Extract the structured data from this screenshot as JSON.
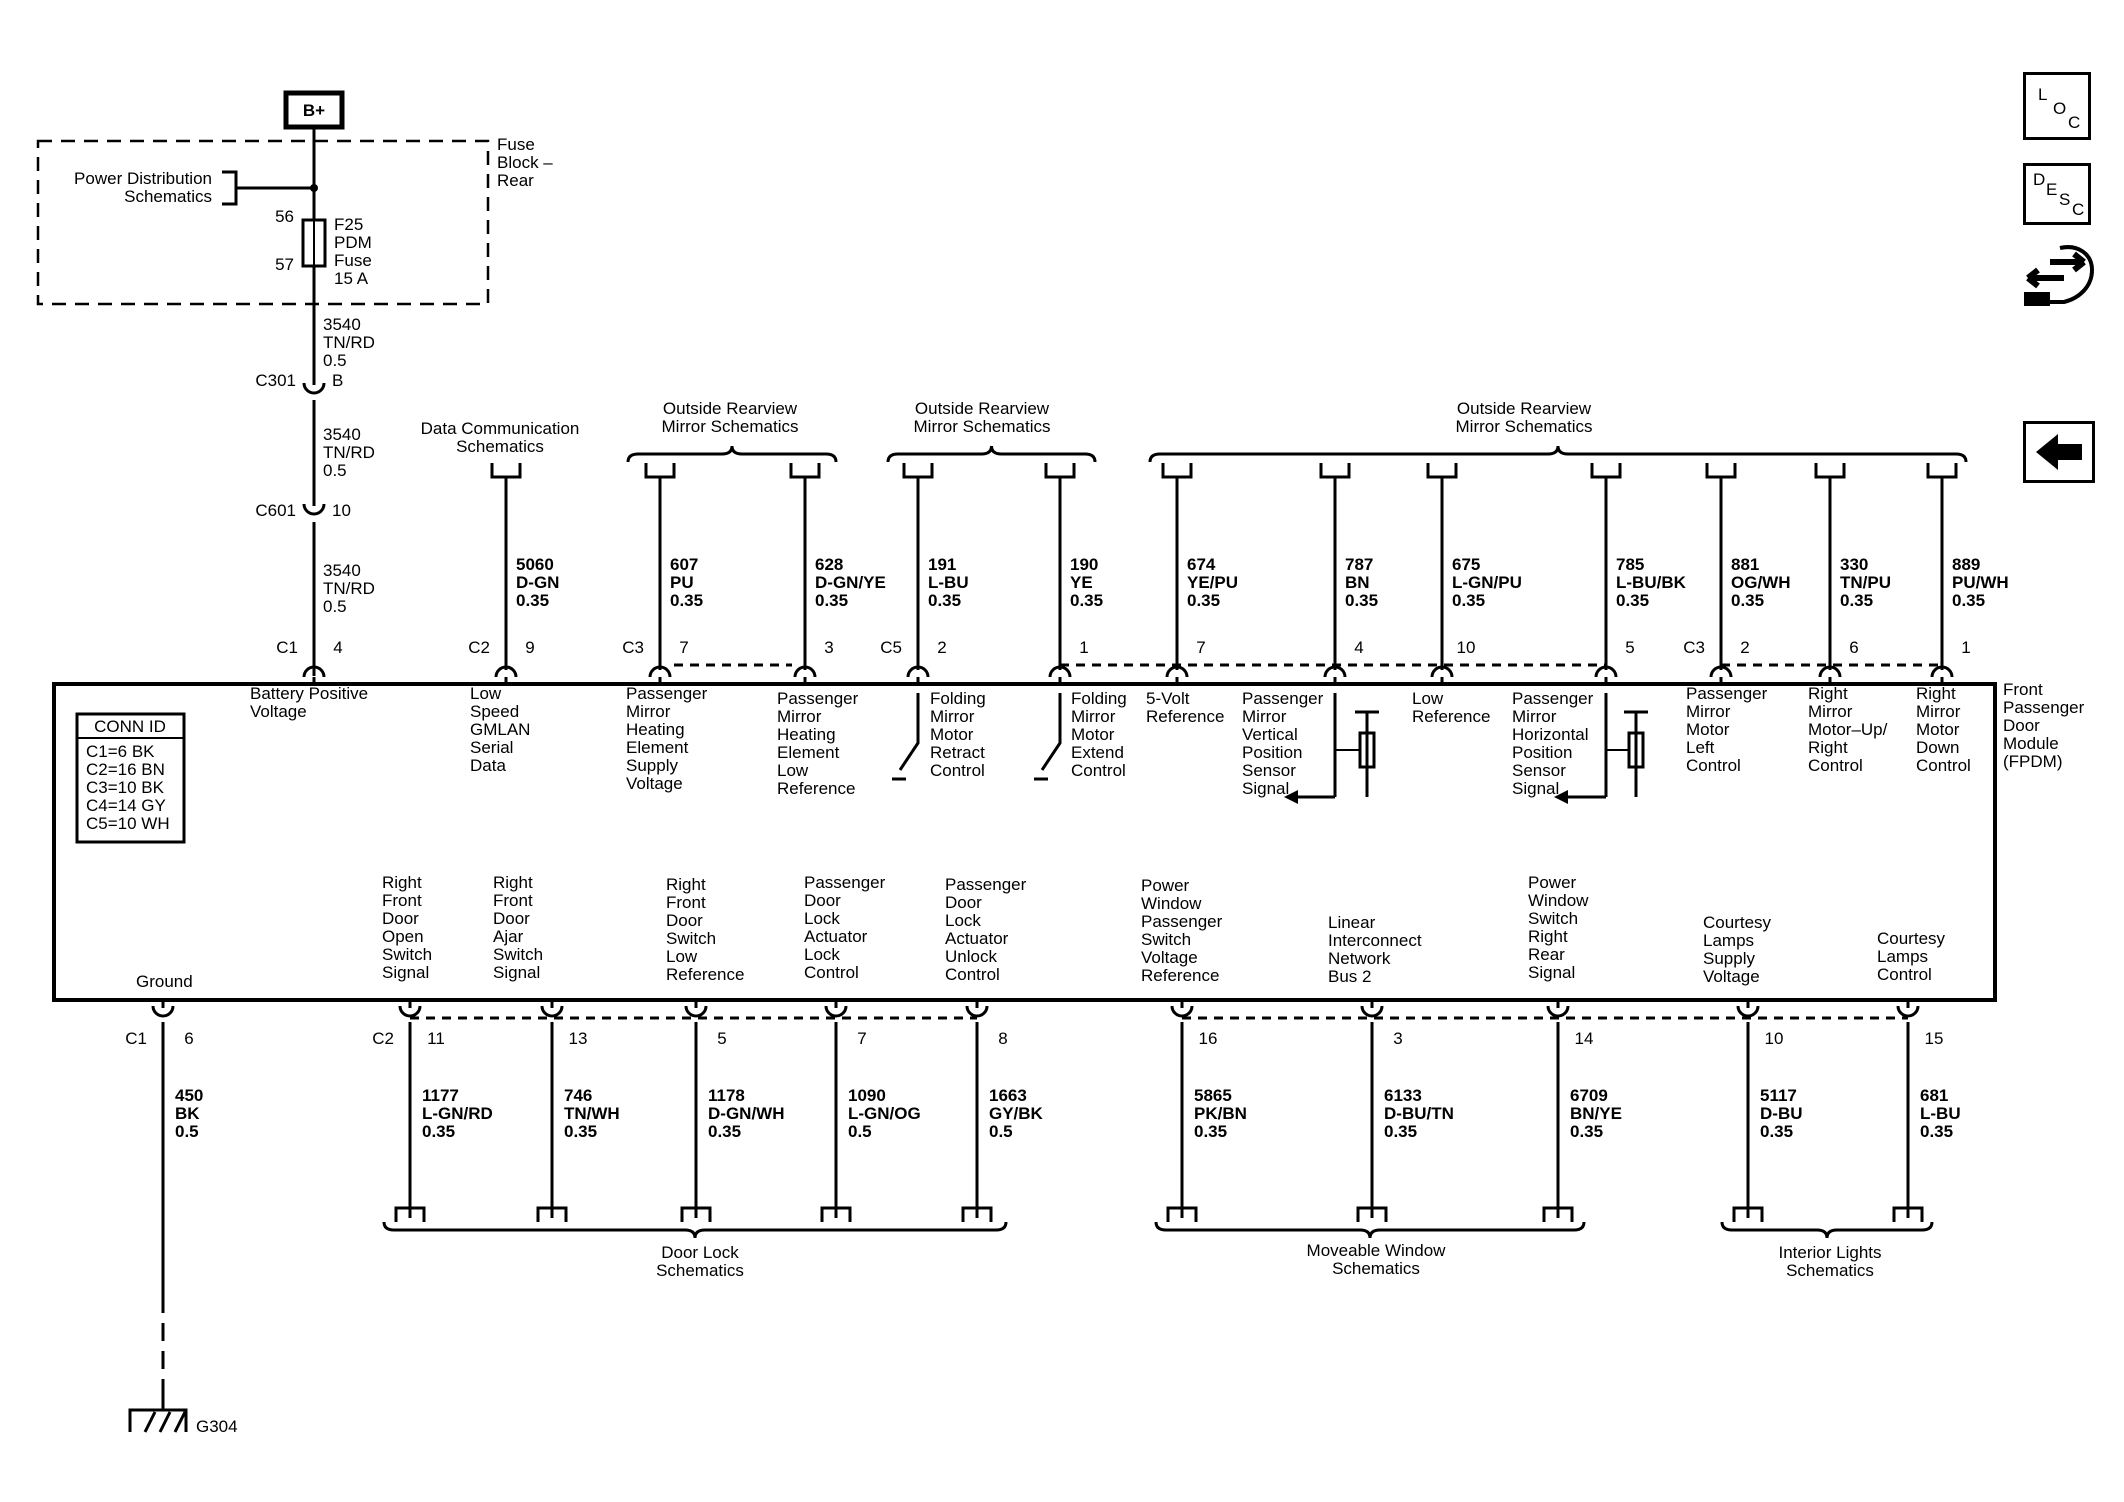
{
  "power": {
    "source": "B+",
    "fuse_block_lines": [
      "Fuse",
      "Block –",
      "Rear"
    ],
    "power_dist_lines": [
      "Power Distribution",
      "Schematics"
    ],
    "fuse_lines": [
      "F25",
      "PDM",
      "Fuse",
      "15 A"
    ],
    "fuse_pin_top": "56",
    "fuse_pin_bottom": "57",
    "wire1": [
      "3540",
      "TN/RD",
      "0.5"
    ],
    "conn1_name": "C301",
    "conn1_pin": "B",
    "wire2": [
      "3540",
      "TN/RD",
      "0.5"
    ],
    "conn2_name": "C601",
    "conn2_pin": "10",
    "wire3": [
      "3540",
      "TN/RD",
      "0.5"
    ]
  },
  "headers": {
    "data_comm": [
      "Data Communication",
      "Schematics"
    ],
    "mirror_a": [
      "Outside Rearview",
      "Mirror Schematics"
    ],
    "mirror_b": [
      "Outside Rearview",
      "Mirror Schematics"
    ],
    "mirror_c": [
      "Outside Rearview",
      "Mirror Schematics"
    ]
  },
  "module": {
    "name_lines": [
      "Front",
      "Passenger",
      "Door",
      "Module",
      "(FPDM)"
    ],
    "conn_id_title": "CONN ID",
    "conn_ids": [
      "C1=6 BK",
      "C2=16 BN",
      "C3=10 BK",
      "C4=14 GY",
      "C5=10 WH"
    ]
  },
  "top_circuits": [
    {
      "conn": "C1",
      "pin": "4",
      "wire": [],
      "func": [
        "Battery Positive",
        "Voltage"
      ]
    },
    {
      "conn": "C2",
      "pin": "9",
      "wire": [
        "5060",
        "D-GN",
        "0.35"
      ],
      "func": [
        "Low",
        "Speed",
        "GMLAN",
        "Serial",
        "Data"
      ]
    },
    {
      "conn": "C3",
      "pin": "7",
      "wire": [
        "607",
        "PU",
        "0.35"
      ],
      "func": [
        "Passenger",
        "Mirror",
        "Heating",
        "Element",
        "Supply",
        "Voltage"
      ]
    },
    {
      "conn": "",
      "pin": "3",
      "wire": [
        "628",
        "D-GN/YE",
        "0.35"
      ],
      "func": [
        "Passenger",
        "Mirror",
        "Heating",
        "Element",
        "Low",
        "Reference"
      ]
    },
    {
      "conn": "C5",
      "pin": "2",
      "wire": [
        "191",
        "L-BU",
        "0.35"
      ],
      "func": [
        "Folding",
        "Mirror",
        "Motor",
        "Retract",
        "Control"
      ]
    },
    {
      "conn": "",
      "pin": "1",
      "wire": [
        "190",
        "YE",
        "0.35"
      ],
      "func": [
        "Folding",
        "Mirror",
        "Motor",
        "Extend",
        "Control"
      ]
    },
    {
      "conn": "",
      "pin": "7",
      "wire": [
        "674",
        "YE/PU",
        "0.35"
      ],
      "func": [
        "5-Volt",
        "Reference"
      ]
    },
    {
      "conn": "",
      "pin": "4",
      "wire": [
        "787",
        "BN",
        "0.35"
      ],
      "func": [
        "Passenger",
        "Mirror",
        "Vertical",
        "Position",
        "Sensor",
        "Signal"
      ]
    },
    {
      "conn": "",
      "pin": "10",
      "wire": [
        "675",
        "L-GN/PU",
        "0.35"
      ],
      "func": [
        "Low",
        "Reference"
      ]
    },
    {
      "conn": "",
      "pin": "5",
      "wire": [
        "785",
        "L-BU/BK",
        "0.35"
      ],
      "func": [
        "Passenger",
        "Mirror",
        "Horizontal",
        "Position",
        "Sensor",
        "Signal"
      ]
    },
    {
      "conn": "C3",
      "pin": "2",
      "wire": [
        "881",
        "OG/WH",
        "0.35"
      ],
      "func": [
        "Passenger",
        "Mirror",
        "Motor",
        "Left",
        "Control"
      ]
    },
    {
      "conn": "",
      "pin": "6",
      "wire": [
        "330",
        "TN/PU",
        "0.35"
      ],
      "func": [
        "Right",
        "Mirror",
        "Motor–Up/",
        "Right",
        "Control"
      ]
    },
    {
      "conn": "",
      "pin": "1",
      "wire": [
        "889",
        "PU/WH",
        "0.35"
      ],
      "func": [
        "Right",
        "Mirror",
        "Motor",
        "Down",
        "Control"
      ]
    }
  ],
  "bottom_circuits": [
    {
      "conn": "C1",
      "pin": "6",
      "wire": [
        "450",
        "BK",
        "0.5"
      ],
      "func": [
        "Ground"
      ]
    },
    {
      "conn": "C2",
      "pin": "11",
      "wire": [
        "1177",
        "L-GN/RD",
        "0.35"
      ],
      "func": [
        "Right",
        "Front",
        "Door",
        "Open",
        "Switch",
        "Signal"
      ]
    },
    {
      "conn": "",
      "pin": "13",
      "wire": [
        "746",
        "TN/WH",
        "0.35"
      ],
      "func": [
        "Right",
        "Front",
        "Door",
        "Ajar",
        "Switch",
        "Signal"
      ]
    },
    {
      "conn": "",
      "pin": "5",
      "wire": [
        "1178",
        "D-GN/WH",
        "0.35"
      ],
      "func": [
        "Right",
        "Front",
        "Door",
        "Switch",
        "Low",
        "Reference"
      ]
    },
    {
      "conn": "",
      "pin": "7",
      "wire": [
        "1090",
        "L-GN/OG",
        "0.5"
      ],
      "func": [
        "Passenger",
        "Door",
        "Lock",
        "Actuator",
        "Lock",
        "Control"
      ]
    },
    {
      "conn": "",
      "pin": "8",
      "wire": [
        "1663",
        "GY/BK",
        "0.5"
      ],
      "func": [
        "Passenger",
        "Door",
        "Lock",
        "Actuator",
        "Unlock",
        "Control"
      ]
    },
    {
      "conn": "",
      "pin": "16",
      "wire": [
        "5865",
        "PK/BN",
        "0.35"
      ],
      "func": [
        "Power",
        "Window",
        "Passenger",
        "Switch",
        "Voltage",
        "Reference"
      ]
    },
    {
      "conn": "",
      "pin": "3",
      "wire": [
        "6133",
        "D-BU/TN",
        "0.35"
      ],
      "func": [
        "Linear",
        "Interconnect",
        "Network",
        "Bus 2"
      ]
    },
    {
      "conn": "",
      "pin": "14",
      "wire": [
        "6709",
        "BN/YE",
        "0.35"
      ],
      "func": [
        "Power",
        "Window",
        "Switch",
        "Right",
        "Rear",
        "Signal"
      ]
    },
    {
      "conn": "",
      "pin": "10",
      "wire": [
        "5117",
        "D-BU",
        "0.35"
      ],
      "func": [
        "Courtesy",
        "Lamps",
        "Supply",
        "Voltage"
      ]
    },
    {
      "conn": "",
      "pin": "15",
      "wire": [
        "681",
        "L-BU",
        "0.35"
      ],
      "func": [
        "Courtesy",
        "Lamps",
        "Control"
      ]
    }
  ],
  "footers": {
    "door_lock": [
      "Door Lock",
      "Schematics"
    ],
    "moveable_window": [
      "Moveable Window",
      "Schematics"
    ],
    "interior_lights": [
      "Interior Lights",
      "Schematics"
    ]
  },
  "ground_name": "G304",
  "nav": {
    "loc": [
      "L",
      "O",
      "C"
    ],
    "desc": [
      "D",
      "E",
      "S",
      "C"
    ]
  }
}
